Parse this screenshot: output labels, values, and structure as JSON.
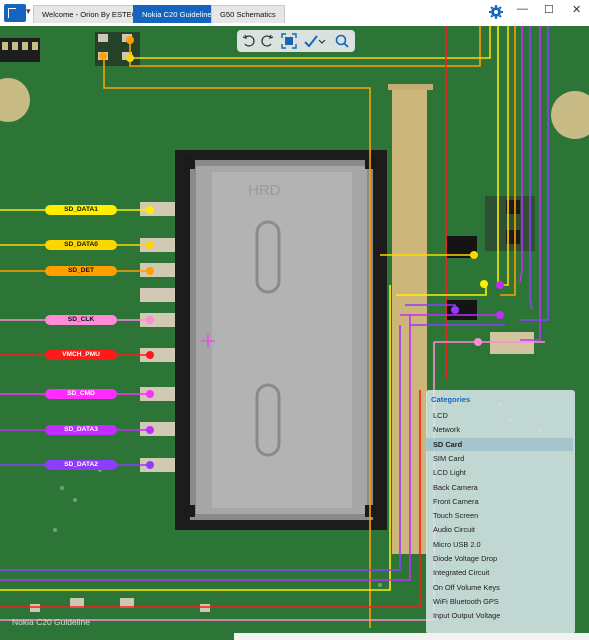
{
  "tabs": [
    {
      "label": "Welcome - Orion By ESTECH"
    },
    {
      "label": "Nokia C20 Guideline"
    },
    {
      "label": "G50 Schematics"
    }
  ],
  "window_controls": {
    "minimize": "—",
    "maximize": "☐",
    "close": "✕"
  },
  "signals": [
    {
      "label": "SD_DATA1",
      "color": "#ffee00"
    },
    {
      "label": "SD_DATA0",
      "color": "#ffd700"
    },
    {
      "label": "SD_DET",
      "color": "#ff9f00"
    },
    {
      "label": "SD_CLK",
      "color": "#ff8ad8"
    },
    {
      "label": "VMCH_PMU",
      "color": "#ff1a1a"
    },
    {
      "label": "SD_CMD",
      "color": "#ff2bff"
    },
    {
      "label": "SD_DATA3",
      "color": "#c22cff"
    },
    {
      "label": "SD_DATA2",
      "color": "#8f3cff"
    }
  ],
  "categories": {
    "title": "Categories",
    "items": [
      "LCD",
      "Network",
      "SD Card",
      "SIM Card",
      "LCD Light",
      "Back Camera",
      "Front Camera",
      "Touch Screen",
      "Audio Circuit",
      "Micro USB 2.0",
      "Diode Voltage Drop",
      "Integrated Circuit",
      "On Off Volume Keys",
      "WiFi Bluetooth GPS",
      "Input Output Voltage"
    ],
    "selected": "SD Card"
  },
  "footer": {
    "watermark": "Nokia C20 Guideline"
  }
}
